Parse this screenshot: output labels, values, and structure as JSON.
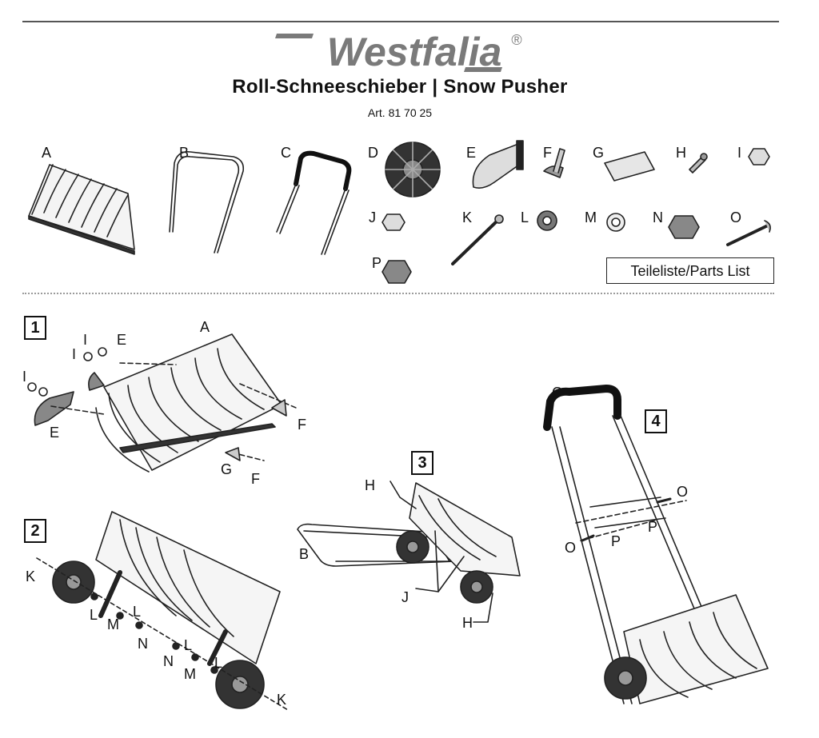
{
  "brand": {
    "name": "Westfalia",
    "registered_mark": "®"
  },
  "title": "Roll-Schneeschieber | Snow Pusher",
  "article": "Art. 81 70 25",
  "parts_list_label": "Teileliste/Parts List",
  "parts": [
    "A",
    "B",
    "C",
    "D",
    "E",
    "F",
    "G",
    "H",
    "I",
    "J",
    "K",
    "L",
    "M",
    "N",
    "O",
    "P"
  ],
  "steps": {
    "step1": {
      "number": "1",
      "labels": [
        "A",
        "I",
        "I",
        "E",
        "I",
        "E",
        "F",
        "G",
        "F"
      ]
    },
    "step2": {
      "number": "2",
      "labels": [
        "K",
        "L",
        "M",
        "L",
        "N",
        "N",
        "L",
        "M",
        "L",
        "K"
      ]
    },
    "step3": {
      "number": "3",
      "labels": [
        "H",
        "B",
        "J",
        "H"
      ]
    },
    "step4": {
      "number": "4",
      "labels": [
        "C",
        "O",
        "O",
        "P",
        "P"
      ]
    }
  },
  "colors": {
    "logo": "#7a7a7a",
    "line": "#555555",
    "ink": "#222222"
  }
}
